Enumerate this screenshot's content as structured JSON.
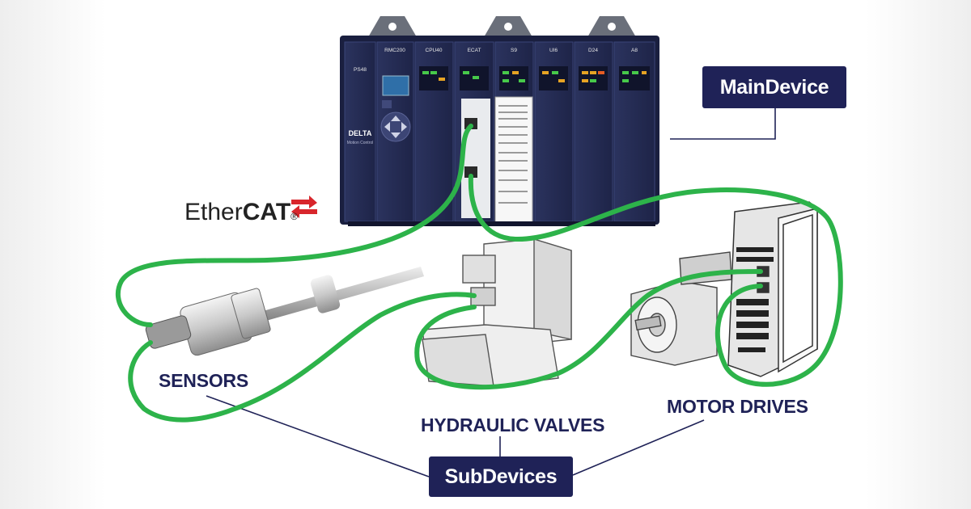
{
  "diagram": {
    "main_label": "MainDevice",
    "sub_label": "SubDevices",
    "categories": {
      "sensors": "SENSORS",
      "valves": "HYDRAULIC VALVES",
      "drives": "MOTOR DRIVES"
    },
    "ethercat_logo": {
      "prefix": "Ether",
      "suffix": "CAT",
      "mark": "®"
    },
    "plc": {
      "brand": "DELTA",
      "brand_sub": "Motion Control",
      "modules": [
        "PS48",
        "RMC200",
        "CPU40",
        "ECAT",
        "S9",
        "UI6",
        "D24",
        "A8"
      ]
    }
  },
  "colors": {
    "navy": "#1f2257",
    "cable_green": "#2db34a",
    "plc_body": "#252c55",
    "ethercat_red": "#d8262c"
  }
}
